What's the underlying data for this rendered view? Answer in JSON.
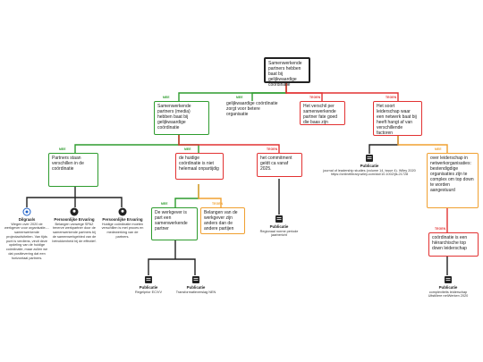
{
  "nodes": {
    "root": "Samenwerkende partners hebben baat bij gelijkwaardige coördinatie",
    "n1": "Samenwerkende partners (media) hebben baat bij gelijkwaardige coördinatie",
    "n2": "gelijkwaardige coördinatie zorgt voor betere organisatie",
    "n3": "Het verschil per samenwerkende partner fate goed die baas zijn",
    "n4": "Het soort leiderschap waar een netwerk baat bij heeft hangt af van verschillende factoren",
    "n5": "Partners staan verschillen in de coördinatie",
    "n6": "de huidige coördinatie is niet helemaal onpartijdig",
    "n7": "het commitment geldt ca vanaf 2025.",
    "n8": "over leiderschap in netwerkorganisaties: bestendigdige organisaties zijn te complex om top down te worden aangestuurd",
    "n9": "De werkgever is part een samenwerkende partner",
    "n10": "Belangen van de werkgever zijn anders dan de andere partijen",
    "n11": "coördinatie is een hiërarchische top down leiderschap"
  },
  "tags": {
    "t_n1": "MEE",
    "t_n2": "MEE",
    "t_n3": "TEGEN",
    "t_n4": "TEGEN",
    "t_n5": "MEE",
    "t_n6": "MEE",
    "t_n7": "TEGEN",
    "t_n8": "MEE",
    "t_n9": "MEE",
    "t_n10": "TEGEN",
    "t_n11": "TEGEN"
  },
  "sources": {
    "s_dialog": {
      "title": "Dilgraals",
      "desc": "Wegen over 2020 de werkgever voor organisatie-... samenwerkende projectactiviteiten. Van tijds punt is verdiens, vindt deze opdeling van de huidige coördinatie, maar zullen we dat positievering dat een horizontaal partners."
    },
    "s_p1": {
      "title": "Persoonlijke Ervaring",
      "desc": "Belangen vanwege SPAZ tenerve werkpartner door de samenwerkende partners bij de samenwerkgebied van de betrokkenheid bij de effectief."
    },
    "s_p2": {
      "title": "Persoonlijke Ervaring",
      "desc": "Huidige coördinatie moeten verschillen is met proces en medewerking van de partners."
    },
    "s_pub_a": {
      "title": "Publicatie",
      "desc": "Regelprior EC/VV"
    },
    "s_pub_b": {
      "title": "Publicatie",
      "desc": "Transformatieverslag NEN"
    },
    "s_pub_c": {
      "title": "Publicatie",
      "desc": "Regionaal norme periode jaarbericht"
    },
    "s_pub_d": {
      "title": "Publicatie",
      "desc": "journal of leadership studies (volume 14, issue 4). Wiley 2020 https://onlinelibrary.wiley.com/doi/10.1002/jls.21728"
    },
    "s_pub_e": {
      "title": "Publicatie",
      "desc": "complexiteits leiderschap Uitstillere netWerken 2020"
    }
  },
  "icons": {
    "dialog": "chat-bubble-icon",
    "person": "person-icon",
    "document": "document-icon"
  },
  "colors": {
    "green": "#2e9c2e",
    "red": "#e23232",
    "orange": "#f0a030",
    "black": "#222222"
  }
}
